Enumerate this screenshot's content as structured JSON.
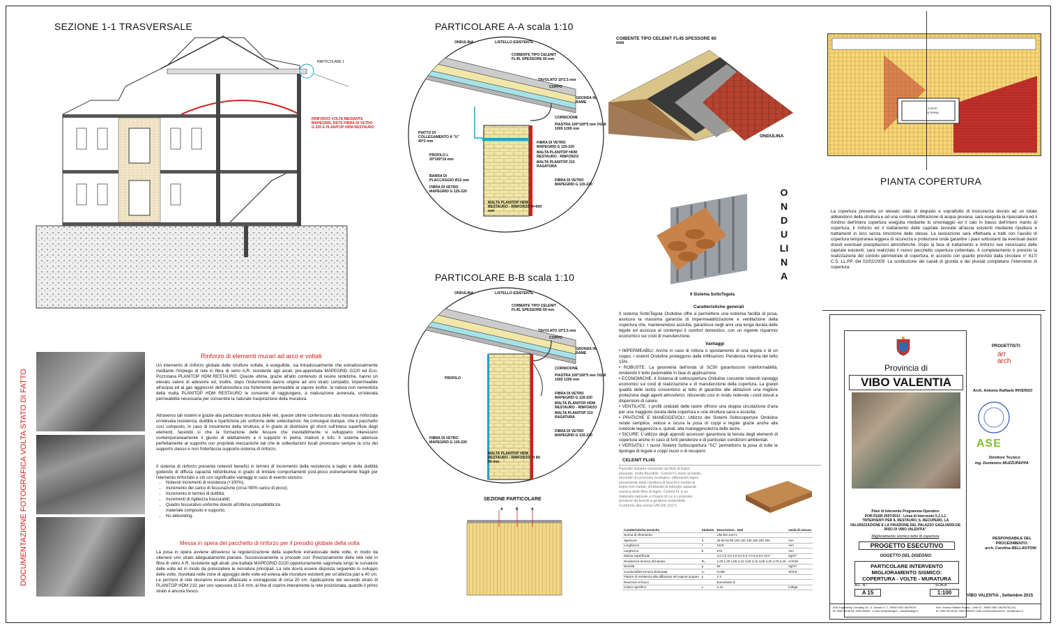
{
  "section_1": {
    "title": "SEZIONE 1-1 TRASVERSALE",
    "detail_label": "PARTICOLARE 1",
    "note": "RINFORZO VOLTA MEDIANTE MAPEGRID, RETE FIBRA DI VETRO G 220 E PLANITOP HDM RESTAURO"
  },
  "detail_aa": {
    "title": "PARTICOLARE A-A scala 1:10",
    "labels": [
      "ONDULINA",
      "LISTELLO ESISTENTE",
      "COIBENTE TIPO CELENIT FL45, SPESSORE 60 mm",
      "TAVOLATO 10*2.5 mm",
      "COPPO",
      "GRONDA IN RAME",
      "CORNICIONE",
      "PIASTRA 100*100*5 mm OGNI 1000 1200 mm",
      "PIATTO DI COLLEGAMENTO A \"U\" 40*3 mm",
      "FIBRA DI VETRO MAPEGRID G 120-220",
      "PROFILO L 20*100*10 mm",
      "MALTA PLANITOP HDM RESTAURO - RINFORZO",
      "MALTA PLANITOP 210 RASATURA",
      "BARRA DI PLACCAGGIO Ø12 mm",
      "FIBRA DI VETRO MAPEGRID G 120-220",
      "FIBRA DI VETRO MAPEGRID G 120-220",
      "MALTA PLANITOP HDM RESTAURO - RINFORZO H=600 mm"
    ]
  },
  "detail_bb": {
    "title": "PARTICOLARE B-B scala 1:10",
    "labels": [
      "ONDULINA",
      "LISTELLO ESISTENTE",
      "COIBENTE TIPO CELENIT FL45, SPESSORE 60 mm",
      "TAVOLATO 10*2.5 mm",
      "COPPO",
      "GRONDA IN RAME",
      "CORNICIONE",
      "PIASTRA 100*100*5 mm OGNI 1000 1200 mm",
      "PROFILO",
      "FIBRA DI VETRO MAPEGRID G 120-220",
      "MALTA PLANITOP HDM RESTAURO - RINFORZO",
      "MALTA PLANITOP 210 RASATURA",
      "FIBRA DI VETRO MAPEGRID G 120-220",
      "FIBRA DI VETRO MAPEGRID G 120-220",
      "MALTA PLANITOP HDM RESTAURO - RINFORZO: H 80- 90 mm"
    ]
  },
  "roof_3d": {
    "label_top": "COIBENTE TIPO CELENIT FL45 SPESSORE 60 mm",
    "label_bottom": "ONDULINA"
  },
  "plan": {
    "title": "PIANTA  COPERTURA",
    "inner_label": "CORTE INTERNA"
  },
  "plan_text": "La copertura presenta un elevato stato di degrado e soprattutto di insicurezza dovuto ad un totale abbandono della struttura e ad una continua infiltrazione di acqua piovana, sarà eseguita la ripassatura ed il riordino dell'intera copertura eseguita mediante lo smontaggio ed il calo in basso dell'intero manto di copertura, il rinforzo ed il trattamento delle capriate lavorate all'ascia esistenti mediante ripulitura e trattamenti in loco senza rimozione delle stesse. La lavorazione sarà effettuata a tratti con l'ausilio di copertura temporanea leggera di sicurezza e protezione onde garantire i piani sottostanti da eventuali danni dovuti eventuali precipitazioni atmosferiche. Dopo la fase di trattamento e rinforzo ove necessario delle capriate esistenti, sarà realizzato il nuovo pacchetto copertura coibentato. A completamento è previsto la realizzazione del cordolo perimetrale di copertura, in accordo con quanto previsto dalla circolare n° 617/ C.S. LL.PP. del 02/02/2009. La sostituzione dei canali di gronda e dei pluviali completano l'intervento di copertura.",
  "ondulina": {
    "vertical": "ONDULINA",
    "caption": "Il Sistema SottoTegola",
    "char_title": "Caratteristiche generali",
    "char_text": "Il sistema SottoTegola Onduline offre a permettere una estrema facilità di posa, assicura la massima garanzia di impermeabilizzazione e ventilazione della copertura che, mantenendosi asciutta, garantisce negli anni una lunga durata delle tegole ed assicura al contempo il comfort domestico, con un ingente risparmio economico sui costi di manutenzione.",
    "adv_title": "Vantaggi",
    "adv": [
      "• IMPERMEABILI: Anche in caso di rottura o spostamento di una tegola o di un coppo, i sistemi Onduline proteggono dalle infiltrazioni. Pendenza minima del tetto 15%.",
      "• ROBUSTE: La geometria dell'onda di SC50 garantiscono indeformabilità, rendendo il tetto pedonabile in fase di applicazione.",
      "• ECONOMICHE: Il Sistema di sottocoperture Onduline consente notevoli vantaggi economici sui costi di realizzazione e di manutenzione della copertura. La grandi qualità delle lastre consentono ai tetto di garantire alle abitazioni una migliore protezione dagli agenti atmosferici, riducendo così in modo notevole i costi dovuti a dispersioni di calore.",
      "• VENTILATE: I profili ondulati delle lastre offrono una doppia circolazione d'aria per una maggiore durata della copertura e una struttura sana e asciutta;",
      "• PRATICHE E MANEGGEVOLI: Utilizzo dei Sistemi Sottocoperture Onduline rende semplice, veloce e sicura la posa di coppi e tegole grazie anche alla notevole leggerezza e, quindi, alla maneggevolezza delle lastre.",
      "• SICURE: L'utilizzo degli appositi accessori garantisce la tenuta degli elementi di copertura anche in caso di forti pendenze e di particolari condizioni ambientali.",
      "• VERSATILI: I nuovi Sistemi Sottocopertura \"SC\" permettono la posa di tutte le tipologie di tegole e coppi nuovi o di recupero"
    ]
  },
  "celenit": {
    "title": "CELENIT FL/45",
    "text": "Pannello isolante composto da fibre di legno pressate, molto flessibile. Celenit FL viene prodotto, secondo un processo ecologico, utilizzando legno proveniente dalla ripulitura di boschi e residui di legno non trattati, sfruttando la naturale capacità coesiva delle fibre di legno. Celenit FL è un materiale naturale e il legno di cui è composto proviene da boschi a gestione sostenibile. Conforme alla norma UNI EN 13171.",
    "table_header": [
      "Caratteristiche tecniche",
      "Simbolo",
      "Descrizione - Dati",
      "Unità di misura"
    ],
    "table_rows": [
      [
        "Norma di riferimento",
        "",
        "UNI EN 13171",
        ""
      ],
      [
        "Spessore",
        "d",
        "40  50  60  80  100  120  140  160  180  200",
        "mm"
      ],
      [
        "Lunghezza",
        "l",
        "1220",
        "mm"
      ],
      [
        "Larghezza",
        "b",
        "575",
        "mm"
      ],
      [
        "Massa superficiale",
        "",
        "2,0  2,5  3,0  4,0  5,0  6,0  7,0  8,0  9,0  10,0",
        "kg/m²"
      ],
      [
        "Resistenza termica dichiarata",
        "R₀",
        "1,00  1,30  1,55  2,10  2,60  3,15  3,65  4,20  4,70  5,20",
        "m²K/W"
      ],
      [
        "Densità",
        "ρ",
        "50",
        "kg/m³"
      ],
      [
        "Conducibilità termica dichiarata",
        "λ₀",
        "0,038",
        "W/mK"
      ],
      [
        "Fattore di resistenza alla diffusione del vapore acqueo",
        "μ",
        "1-2",
        ""
      ],
      [
        "Reazione al fuoco",
        "",
        "Euroclasse E",
        ""
      ],
      [
        "Calore specifico",
        "c",
        "2,10",
        "kJ/kgK"
      ]
    ]
  },
  "sezione_particolare": {
    "title": "SEZIONE PARTICOLARE",
    "marks": [
      "A",
      "B",
      "A"
    ]
  },
  "photo_doc": {
    "vertical": "DOCUMENTAZIONE FOTOGRAFICA VOLTA STATO DI FATTO"
  },
  "rinforzo": {
    "title": "Rinforzo di elementi murari ad arco e voltati",
    "p1": "Un intervento di rinforzo globale delle strutture voltate, è eseguibile, sia intradossalmente che estradossalmente mediante l'impiego di rete in fibra di vetro A.R. resistente agli alcali, pre-apprettata MAPEGRID G220 ed Eco-Pozzolana PLANITOP HDM RESTAURO. Queste ultime, grazie all'alto contenuto di resine sintetiche, hanno un elevato valore di adesione ed, inoltre, dopo l'indurimento danno origine ad uno strato compatto, impermeabile all'acqua ed ai gas aggressivi dell'atmosfera ma fortemente permeabile al vapore inoltre, la natura non cementizia della malta PLANITOP HDM RESTAURO le consente di raggiungere, a maturazione avvenuta, un'elevata permeabilità necessaria per consentire la naturale traspirazione della muratura.",
    "p2": "Attraverso tali sistemi e grazie alla particolare tessitura delle reti, queste ultime conferiscono alla muratura rinforzata un'elevata resistenza, duttilità e ripartizione più uniforme delle sollecitazioni. Ne consegue dunque, che il pacchetto così composto, in caso di movimento della struttura, è in grado di distribuire gli sforzi sull'intera superficie degli elementi, facendo sì che la formazione delle fessure che inevitabilmente si sviluppano interessino contemporaneamente il giunto di allettamento e il supporto in pietra, mattoni e tufo. Il sistema aderisce perfettamente al supporto con proprietà meccaniche tali che le sollecitazioni locali provocano sempre la crisi del supporto stesso e non l'interfaccia supporto-sistema di rinforzo.",
    "p3": "Il sistema di rinforzo presenta notevoli benefici in termini di incremento della resistenza a taglio e della duttilità godendo di diffusa capacità ridistributiva in grado di limitare comportamenti post-picco estremamente fragili per l'elemento rinforzato e ciò con significativi vantaggi in caso di evento sismico.",
    "bullets": [
      "Notevoli incrementi di resistenza (+100%);",
      "Incremento del carico di fessurazione (circa l'80% carico di picco);",
      "Incremento in termini di duttilità;",
      "Incrementi di rigidezza trascurabili;",
      "Quadro fessurativo uniforme dovuto all'ottima compatibilità tra materiale composito e supporto;",
      "No debonding."
    ],
    "title2": "Messa in opera del pacchetto di rinforzo per il presidio globale della volta",
    "p4": "La posa in opera avviene attraverso la regolarizzazione della superficie estradossale delle volte, in modo da ottenere uno strato adeguatamente planare. Successivamente si procede con: Posizionamento della rete rete in fibra di vetro A.R. resistente agli alcali, pre-trattata MAPEGRID G220,opportunamente sagomata lungo le curvature delle volte ed in modo da prescindere le nervature principali. La rete dovrà essere disposta seguendo lo sviluppo delle volte, risvoltata nelle zone di appoggio delle volte ed estesa alle murature esistenti per un'altezza pari a 40 cm. Le porzioni di rete dovranno essere affiancate e sovrapposte di circa 20 cm. Applicazione del secondo strato di PLANITOP HDM 210, per uno spessore di 5-6 mm, al fine di coprire interamente la rete posizionata, quando il primo strato è ancora fresco."
  },
  "title_block": {
    "provincia": "Provincia  di",
    "city": "VIBO VALENTIA",
    "progettisti": "PROGETTISTI:",
    "arch1": "Arch. Antonio Raffaele  RIVERSO",
    "direttore": "Direttore Tecnico",
    "ing": "Ing. Domenico  MUZZUPAPPA",
    "program": "Piani di Intervento Programma Operativo\nPOR-FESR 2007/2013 - Linea di Intervento 5.2.1.1\n\"INTERVENTI PER IL RESTAURO, IL RECUPERO, LA VALORIZZAZIONE E LA FRUIZIONE DEL PALAZZO GAGLIARDI-DE RISO DI VIBO VALENTIA\"",
    "program_sub": "Miglioramento sismico tetto di copertura",
    "phase": "PROGETTO ESECUTIVO",
    "oggetto": "OGGETTO DEL DISEGNO:",
    "drawing": "PARTICOLARE INTERVENTO MIGLIORAMENTO SISMICO: COPERTURA - VOLTE - MURATURA",
    "all_label": "ALL. N.:",
    "all": "A 15",
    "scale_label": "SCALA",
    "scale": "1:100",
    "resp": "RESPONSABILE DEL PROCEDIMENTO:",
    "resp_name": "arch. Carolina BELLANTONI",
    "date": "VIBO VALENTIA , Settembre 2015",
    "footer_left": "ASE Engineering Consulting Srl - S. Jennaro n° 2 - 89900 VIBO VALENTIA\ntel: 0963 93136 fax: 0963 264803 - e-mail: info@aseinge.it - ase@aselinge.it",
    "footer_right": "Arch. Antonio Raffaele Riverso - Umbi 12 - 89900 VIBO VALENTIA (VV)\ntel: 0963 93136 fax: 0963 264803 e-mail: a.riverso@arcarch.it - arch@rcarch.it",
    "logo1": "arr\narch",
    "logo2": "ASE"
  }
}
